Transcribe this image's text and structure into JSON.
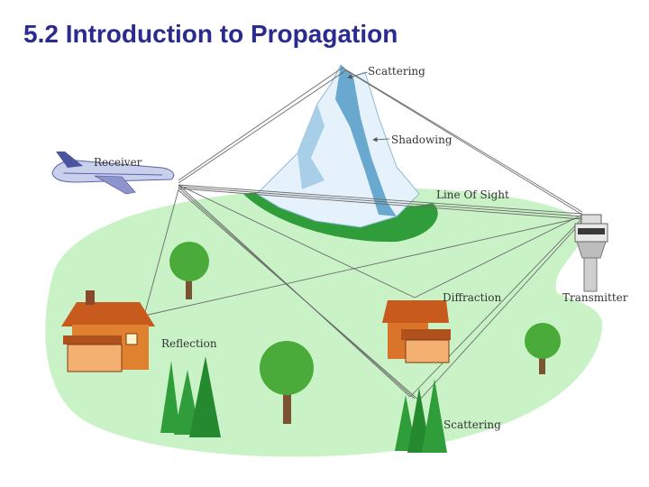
{
  "title": "5.2 Introduction to Propagation",
  "labels": {
    "scattering_top": "Scattering",
    "shadowing": "Shadowing",
    "line_of_sight": "Line Of Sight",
    "receiver": "Receiver",
    "transmitter": "Transmitter",
    "diffraction": "Diffraction",
    "reflection": "Reflection",
    "scattering_bottom": "Scattering"
  },
  "colors": {
    "title": "#2a2a8f",
    "ground": "#c9f3c6",
    "mountain_snow": "#e6f2fb",
    "mountain_shade": "#6aa9cf",
    "forest": "#2f9e3a",
    "house": "#d9742a",
    "ray": "#6b6b6b"
  }
}
